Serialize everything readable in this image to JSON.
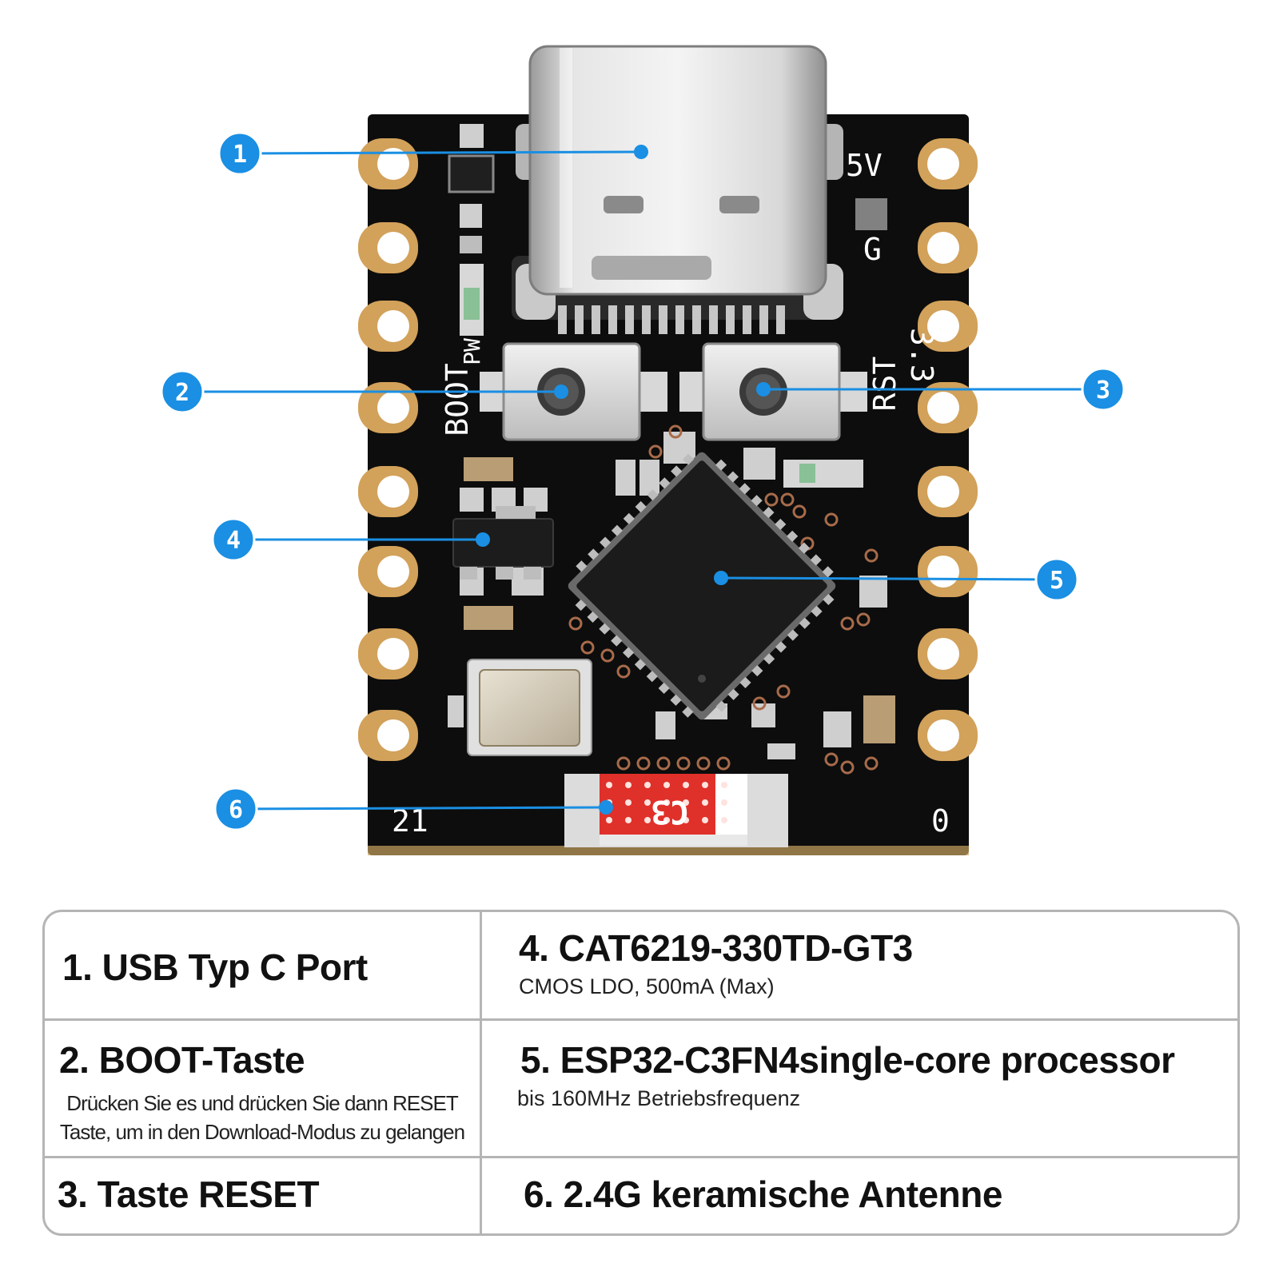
{
  "board": {
    "silkscreen": {
      "pin_5v": "5V",
      "pin_g": "G",
      "pin_33": "3.3",
      "boot": "BOOT",
      "pw": "PW",
      "rst": "RST",
      "pin_21": "21",
      "pin_0": "0",
      "antenna": "C3"
    },
    "callouts": [
      "1",
      "2",
      "3",
      "4",
      "5",
      "6"
    ]
  },
  "legend": {
    "items": [
      {
        "title": "1. USB Typ C Port"
      },
      {
        "title": "4. CAT6219-330TD-GT3",
        "desc": "CMOS LDO, 500mA (Max)"
      },
      {
        "title": "2. BOOT-Taste",
        "desc_lines": [
          "Drücken Sie es und drücken Sie dann RESET",
          "Taste, um in den Download-Modus zu gelangen"
        ]
      },
      {
        "title": "5. ESP32-C3FN4single-core processor",
        "desc": "bis 160MHz Betriebsfrequenz"
      },
      {
        "title": "3. Taste RESET"
      },
      {
        "title": "6. 2.4G keramische Antenne"
      }
    ]
  },
  "colors": {
    "pcb": "#0d0d0d",
    "gold": "#d2a15a",
    "callout_blue": "#1a8fe3",
    "antenna_red": "#e0302a",
    "border": "#b5b5b5"
  }
}
